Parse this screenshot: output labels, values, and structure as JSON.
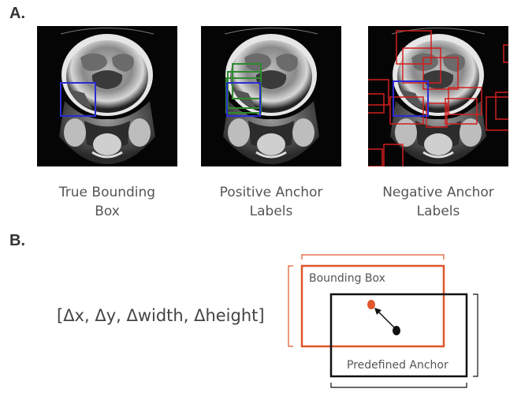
{
  "panel_a": {
    "label": "A.",
    "images": [
      {
        "caption_line1": "True Bounding",
        "caption_line2": "Box"
      },
      {
        "caption_line1": "Positive Anchor",
        "caption_line2": "Labels"
      },
      {
        "caption_line1": "Negative Anchor",
        "caption_line2": "Labels"
      }
    ]
  },
  "panel_b": {
    "label": "B.",
    "formula": "[Δx, Δy, Δwidth, Δheight]",
    "bounding_box_label": "Bounding Box",
    "anchor_label": "Predefined Anchor"
  },
  "colors": {
    "true_box": "#2b2bd6",
    "positive_anchor": "#2e8b2e",
    "negative_anchor": "#d21f1f",
    "bounding_box": "#e0562a",
    "anchor": "#111111"
  }
}
